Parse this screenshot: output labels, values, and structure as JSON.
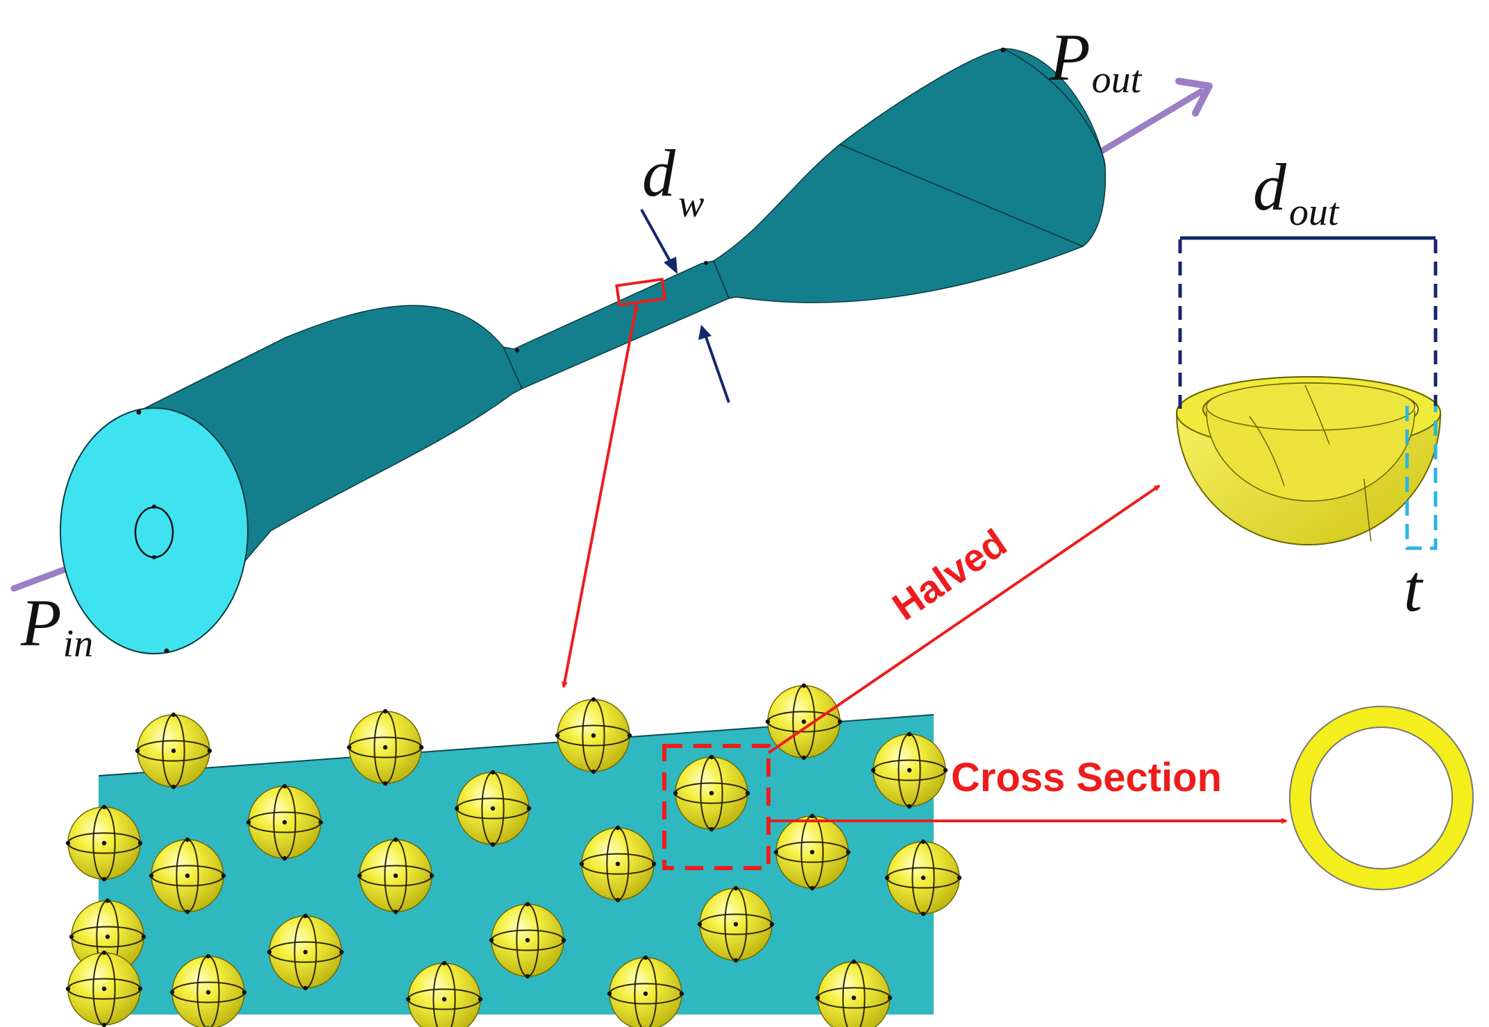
{
  "labels": {
    "p_in": {
      "main": "P",
      "sub": "in"
    },
    "p_out": {
      "main": "P",
      "sub": "out"
    },
    "d_w": {
      "main": "d",
      "sub": "w"
    },
    "d_out": {
      "main": "d",
      "sub": "out"
    },
    "t": "t",
    "halved": "Halved",
    "cross_section": "Cross Section"
  },
  "colors": {
    "fiber": "#1fa5b2",
    "fiber_face": "#3fe3f0",
    "substrate": "#2fb8c0",
    "gold": "#f2ec3a",
    "callout_red": "#ee1c1c",
    "arrow_purple": "#9b7fc4",
    "dim_navy": "#14276b",
    "dim_cyan": "#29b6e0"
  },
  "icons": {
    "input_arrow": "arrow-right-icon",
    "output_arrow": "arrow-right-icon",
    "shell": "hemispherical-shell-icon",
    "ring": "ring-cross-section-icon"
  }
}
